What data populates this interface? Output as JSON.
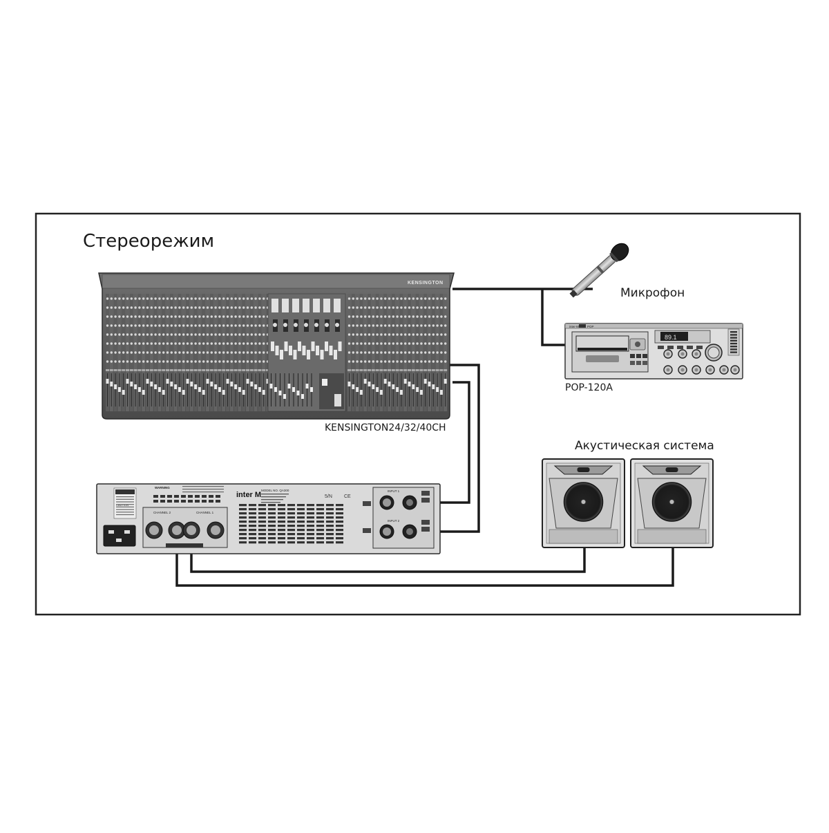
{
  "diagram": {
    "title": "Стереорежим",
    "mixer": {
      "label": "KENSINGTON24/32/40CH",
      "brand": "KENSINGTON"
    },
    "microphone": {
      "label": "Микрофон"
    },
    "player": {
      "label": "POP-120A",
      "display": "89.1",
      "brand_badge": "inter-M",
      "model_badge": "POP"
    },
    "amplifier": {
      "brand": "inter M",
      "model": "MODEL NO. QA300",
      "channel_1": "CHANNEL 1",
      "channel_2": "CHANNEL 2",
      "input_1": "INPUT 1",
      "input_2": "INPUT 2",
      "warning": "WARNING",
      "caution": "CAUTION"
    },
    "speakers": {
      "label": "Акустическая система"
    }
  },
  "colors": {
    "frame": "#222222",
    "cable": "#1a1a1a",
    "mixer_body": "#5a5a5a",
    "device_panel": "#dcdcdc"
  }
}
